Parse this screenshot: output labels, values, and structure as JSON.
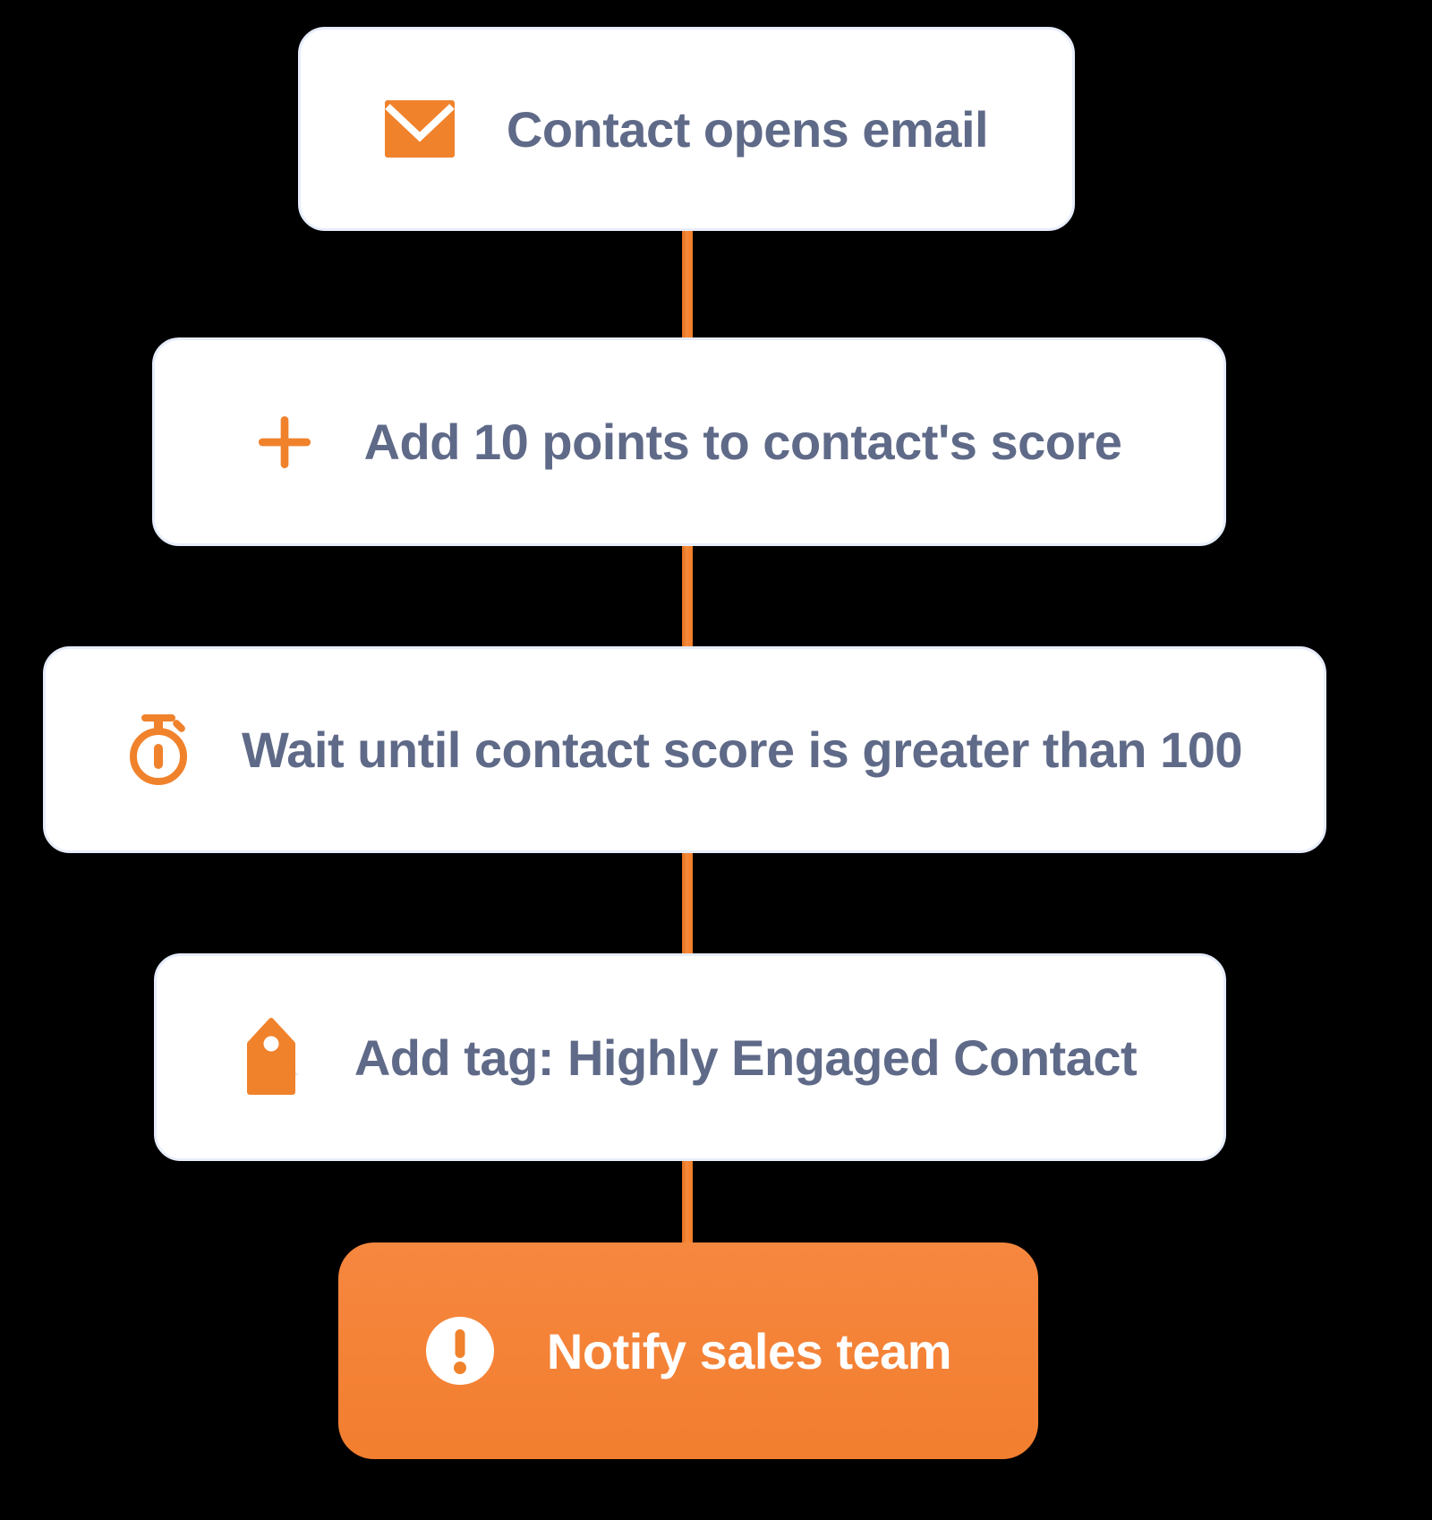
{
  "page": {
    "background": "#000000",
    "description_colors": {
      "accent_orange": "#F0822C",
      "highlight_node_bg": "#F5823A",
      "shadow_blue": "#2E59E3",
      "shadow_navy": "#0B1A70",
      "node_bg": "#FFFFFF",
      "node_border": "#E7EDFB",
      "node_text": "#5F6A88",
      "highlight_node_text": "#FFFFFF"
    }
  },
  "flow": {
    "nodes": [
      {
        "id": "trigger",
        "label": "Contact opens email",
        "icon": "email-icon"
      },
      {
        "id": "add-points",
        "label": "Add 10 points to contact's score",
        "icon": "plus-icon"
      },
      {
        "id": "wait",
        "label": "Wait until contact score is greater than 100",
        "icon": "stopwatch-icon"
      },
      {
        "id": "add-tag",
        "label": "Add tag: Highly Engaged Contact",
        "icon": "tag-icon"
      },
      {
        "id": "notify",
        "label": "Notify sales team",
        "icon": "alert-icon",
        "emphasis": "primary"
      }
    ]
  }
}
